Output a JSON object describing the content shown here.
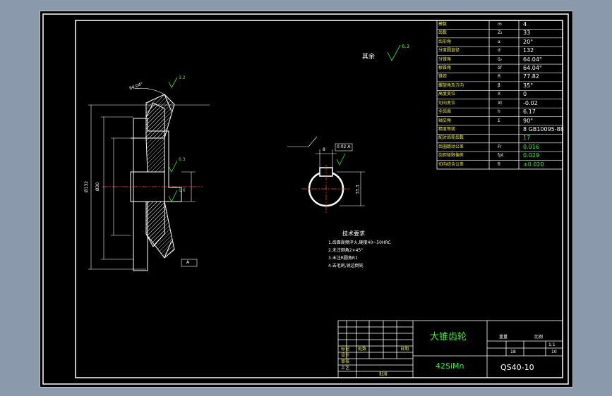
{
  "rough_note": "其余",
  "rough_value": "6.3",
  "params": [
    {
      "name": "模数",
      "sym": "m",
      "value": "4"
    },
    {
      "name": "齿数",
      "sym": "Z₂",
      "value": "33"
    },
    {
      "name": "齿形角",
      "sym": "α",
      "value": "20°"
    },
    {
      "name": "分度圆直径",
      "sym": "d",
      "value": "132"
    },
    {
      "name": "分锥角",
      "sym": "δ₂",
      "value": "64.04°"
    },
    {
      "name": "根锥角",
      "sym": "δf",
      "value": "64.04°"
    },
    {
      "name": "锥距",
      "sym": "R",
      "value": "77.82"
    },
    {
      "name": "螺旋角及方向",
      "sym": "β",
      "value": "35°"
    },
    {
      "name": "高度变位",
      "sym": "X",
      "value": "0"
    },
    {
      "name": "切向变位",
      "sym": "Xt",
      "value": "-0.02"
    },
    {
      "name": "全齿高",
      "sym": "h",
      "value": "6.17"
    },
    {
      "name": "轴交角",
      "sym": "Σ",
      "value": "90°"
    },
    {
      "name": "精度等级",
      "sym": "",
      "value": "8 GB10095-88"
    },
    {
      "name": "配对齿轮齿数",
      "sym": "",
      "value": "17"
    },
    {
      "name": "齿圈跳动公差",
      "sym": "Fr",
      "value": "0.016"
    },
    {
      "name": "齿距极限偏差",
      "sym": "fpt",
      "value": "0.029"
    },
    {
      "name": "切向综合公差",
      "sym": "fi",
      "value": "±0.020"
    }
  ],
  "tech": {
    "title": "技术要求",
    "items": [
      "1.齿面高频淬火,硬度40~50HRC",
      "2.未注倒角2×45°",
      "3.未注R圆角R1",
      "4.去毛刺,锐边倒钝"
    ]
  },
  "dims": {
    "left_face": "Ø132",
    "bore": "Ø30",
    "angle": "64.04°",
    "rough1": "3.2",
    "rough2": "6.3",
    "rough3": "1.6",
    "datum": "A",
    "tol1": "0.02 A",
    "key_w": "8",
    "key_h": "33.3"
  },
  "title_block": {
    "name": "大锥齿轮",
    "material": "42SiMn",
    "drawing_no": "QS40-10",
    "scale": "1:1",
    "sheet": "18",
    "total": "10",
    "designer": "设计",
    "checker": "审核",
    "process": "工艺",
    "approve": "批准",
    "mark_label": "标记",
    "count_label": "处数",
    "date_label": "日期",
    "weight_label": "重量",
    "scale_label": "比例"
  }
}
